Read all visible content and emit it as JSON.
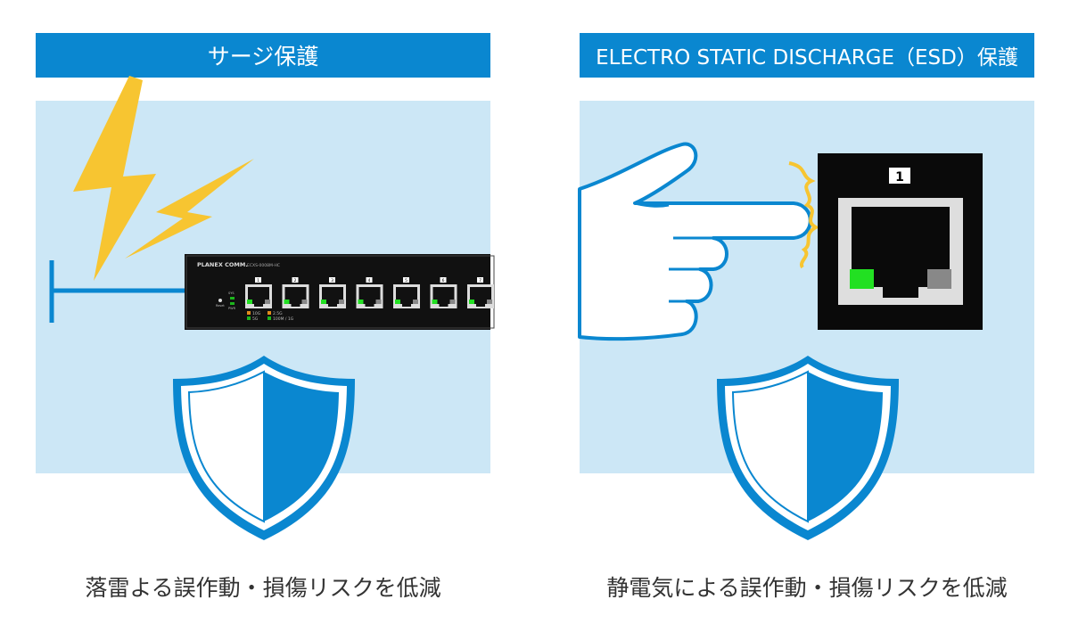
{
  "left": {
    "title": "サージ保護",
    "caption": "落雷よる誤作動・損傷リスクを低減",
    "switch": {
      "brand": "PLANEX COMM.",
      "model": "ECXS-0008M-HC",
      "port_numbers": [
        "1",
        "2",
        "3",
        "4",
        "5",
        "6",
        "7"
      ],
      "led_labels": {
        "sys": "SYS",
        "pwr": "PWR",
        "reset": "Reset"
      },
      "legend": [
        "10G",
        "2.5G",
        "5G",
        "100M / 1G"
      ]
    }
  },
  "right": {
    "title": "ELECTRO STATIC DISCHARGE（ESD）保護",
    "caption": "静電気による誤作動・損傷リスクを低減",
    "port_number": "1"
  },
  "colors": {
    "accent": "#0a87d0",
    "panel": "#cce7f6",
    "bolt": "#f7c531",
    "led_green": "#22e022"
  }
}
